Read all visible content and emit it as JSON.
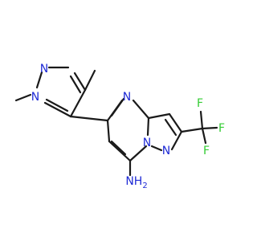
{
  "molecule": {
    "atoms": {
      "n_methyl": {
        "text": "N",
        "color": "#1f2bd6"
      },
      "n_pyrazole": {
        "text": "N",
        "color": "#1f2bd6"
      },
      "n_pyrimidine": {
        "text": "N",
        "color": "#1f2bd6"
      },
      "n_bridge": {
        "text": "N",
        "color": "#1f2bd6"
      },
      "n_ring": {
        "text": "N",
        "color": "#1f2bd6"
      },
      "amine": {
        "text": "NH",
        "subscript": "2",
        "color": "#1f2bd6"
      },
      "f_top": {
        "text": "F",
        "color": "#33cc33"
      },
      "f_right": {
        "text": "F",
        "color": "#33cc33"
      },
      "f_bottom": {
        "text": "F",
        "color": "#33cc33"
      }
    },
    "bond_color": "#1a1a1a"
  }
}
